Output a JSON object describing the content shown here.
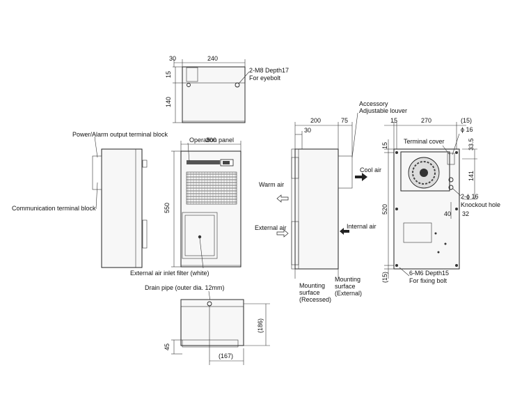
{
  "top_view": {
    "dim_left": "30",
    "dim_width": "240",
    "dim_h1": "15",
    "dim_h2": "140",
    "eyebolt_label_1": "2-M8 Depth17",
    "eyebolt_label_2": "For eyebolt"
  },
  "front_view": {
    "dim_width": "300",
    "dim_height": "550",
    "operation_panel": "Operation panel",
    "filter_label": "External air inlet filter (white)",
    "drain_label": "Drain pipe (outer dia. 12mm)"
  },
  "left_side_view": {
    "power_alarm_label": "Power/Alarm output terminal block",
    "comm_label": "Communication terminal block"
  },
  "bottom_view": {
    "dim_depth": "(186)",
    "dim_45": "45",
    "dim_167": "(167)"
  },
  "right_side_view": {
    "dim_200": "200",
    "dim_75": "75",
    "dim_30": "30",
    "accessory_1": "Accessory",
    "accessory_2": "Adjustable louver",
    "cool_air": "Cool air",
    "warm_air": "Warm air",
    "external_air": "External air",
    "internal_air": "Internal air",
    "mount_recessed_1": "Mounting",
    "mount_recessed_2": "surface",
    "mount_recessed_3": "(Recessed)",
    "mount_external_1": "Mounting",
    "mount_external_2": "surface",
    "mount_external_3": "(External)"
  },
  "back_view": {
    "dim_15_top": "15",
    "dim_270": "270",
    "dim_15_paren": "(15)",
    "dim_phi16": "ϕ 16",
    "dim_33_5": "33.5",
    "dim_15_left": "15",
    "terminal_cover": "Terminal cover",
    "dim_141": "141",
    "two_phi16": "2-ϕ 16",
    "knockout": "Knockout hole",
    "dim_520": "520",
    "dim_40": "40",
    "dim_32": "32",
    "dim_15_bottom": "(15)",
    "m6_label_1": "6-M6 Depth15",
    "m6_label_2": "For fixing bolt"
  }
}
